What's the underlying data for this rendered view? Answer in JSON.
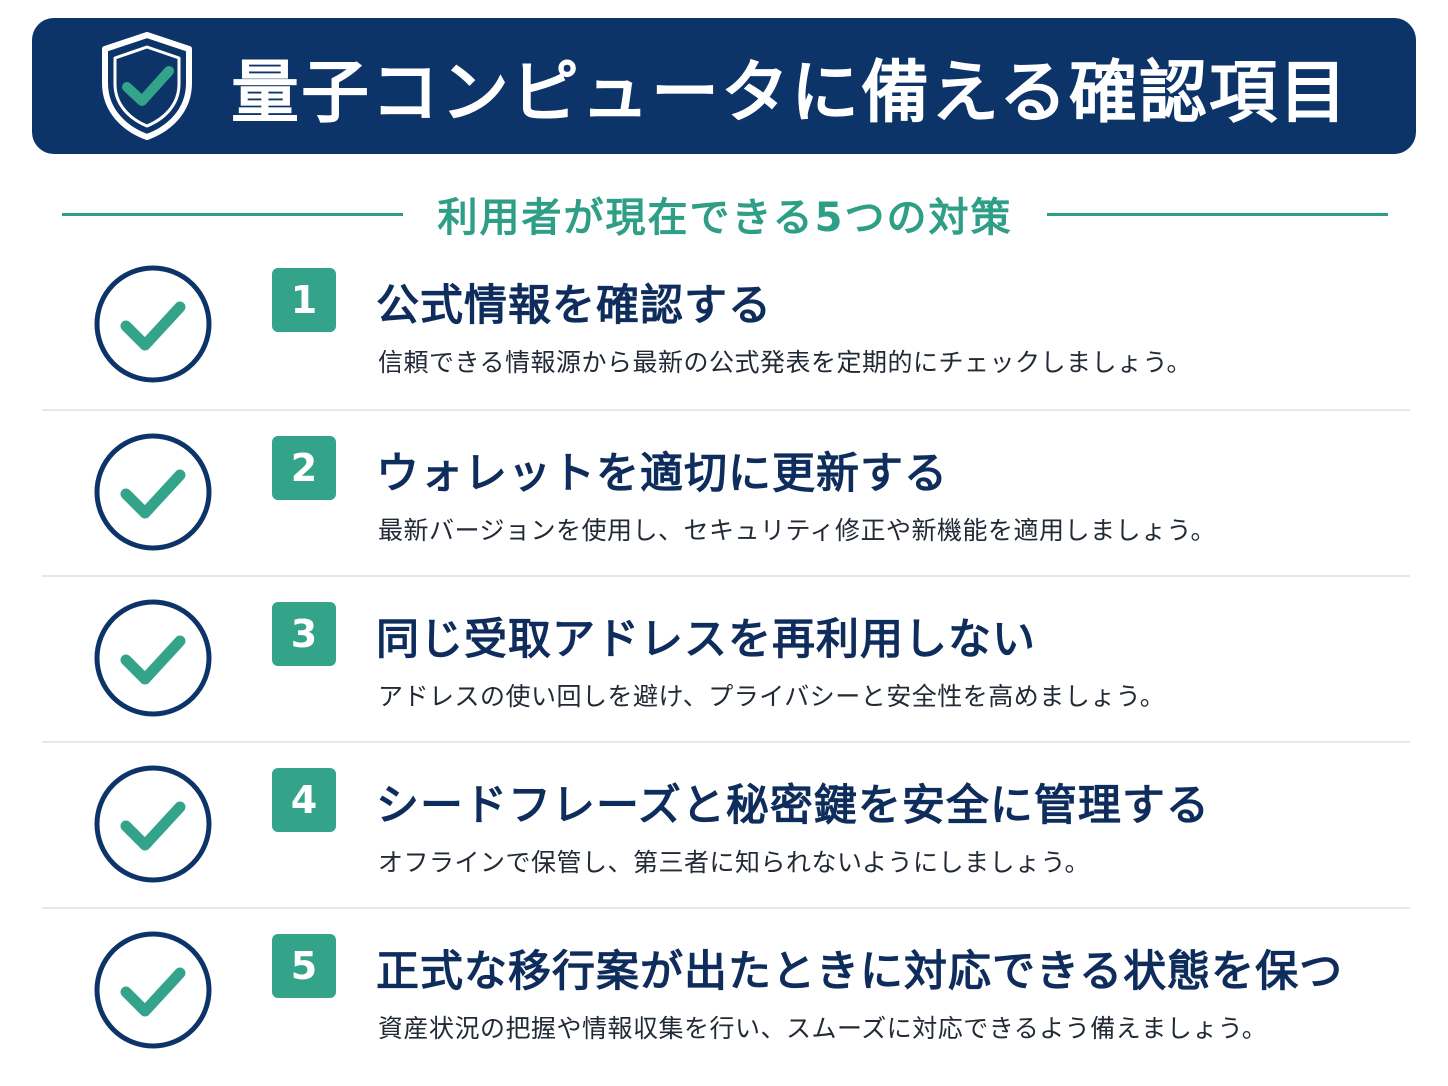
{
  "header": {
    "title": "量子コンピュータに備える確認項目",
    "icon": "shield-check-icon"
  },
  "subtitle": "利用者が現在できる5つの対策",
  "colors": {
    "navy": "#0d3468",
    "teal": "#33a48a",
    "text": "#222a36"
  },
  "items": [
    {
      "number": "1",
      "title": "公式情報を確認する",
      "description": "信頼できる情報源から最新の公式発表を定期的にチェックしましょう。"
    },
    {
      "number": "2",
      "title": "ウォレットを適切に更新する",
      "description": "最新バージョンを使用し、セキュリティ修正や新機能を適用しましょう。"
    },
    {
      "number": "3",
      "title": "同じ受取アドレスを再利用しない",
      "description": "アドレスの使い回しを避け、プライバシーと安全性を高めましょう。"
    },
    {
      "number": "4",
      "title": "シードフレーズと秘密鍵を安全に管理する",
      "description": "オフラインで保管し、第三者に知られないようにしましょう。"
    },
    {
      "number": "5",
      "title": "正式な移行案が出たときに対応できる状態を保つ",
      "description": "資産状況の把握や情報収集を行い、スムーズに対応できるよう備えましょう。"
    }
  ]
}
